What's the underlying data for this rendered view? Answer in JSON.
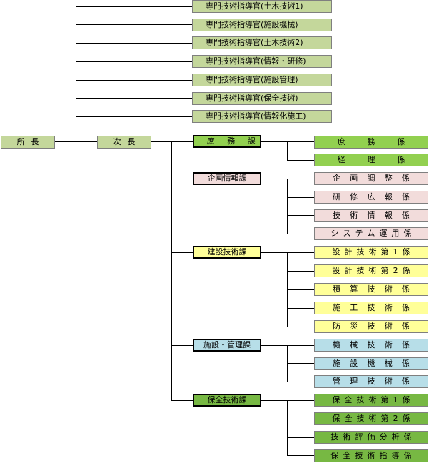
{
  "root": {
    "label": "所長"
  },
  "vice": {
    "label": "次長"
  },
  "specialists": [
    {
      "label": "専門技術指導官(土木技術1)"
    },
    {
      "label": "専門技術指導官(施設機械)"
    },
    {
      "label": "専門技術指導官(土木技術2)"
    },
    {
      "label": "専門技術指導官(情報・研修)"
    },
    {
      "label": "専門技術指導官(施設管理)"
    },
    {
      "label": "専門技術指導官(保全技術)"
    },
    {
      "label": "専門技術指導官(情報化施工)"
    }
  ],
  "divisions": [
    {
      "label": "庶務課",
      "color": "#92d050",
      "sections": [
        {
          "label": "庶務係"
        },
        {
          "label": "経理係"
        }
      ]
    },
    {
      "label": "企画情報課",
      "color": "#f2dcdb",
      "sections": [
        {
          "label": "企画調整係"
        },
        {
          "label": "研修広報係"
        },
        {
          "label": "技術情報係"
        },
        {
          "label": "システム運用係"
        }
      ]
    },
    {
      "label": "建設技術課",
      "color": "#ffff99",
      "sections": [
        {
          "label": "設計技術第1係"
        },
        {
          "label": "設計技術第2係"
        },
        {
          "label": "積算技術係"
        },
        {
          "label": "施工技術係"
        },
        {
          "label": "防災技術係"
        }
      ]
    },
    {
      "label": "施設・管理課",
      "color": "#b7dee8",
      "sections": [
        {
          "label": "機械技術係"
        },
        {
          "label": "施設機械係"
        },
        {
          "label": "管理技術係"
        }
      ]
    },
    {
      "label": "保全技術課",
      "color": "#77b843",
      "sections": [
        {
          "label": "保全技術第1係"
        },
        {
          "label": "保全技術第2係"
        },
        {
          "label": "技術評価分析係"
        },
        {
          "label": "保全技術指導係"
        }
      ]
    }
  ]
}
